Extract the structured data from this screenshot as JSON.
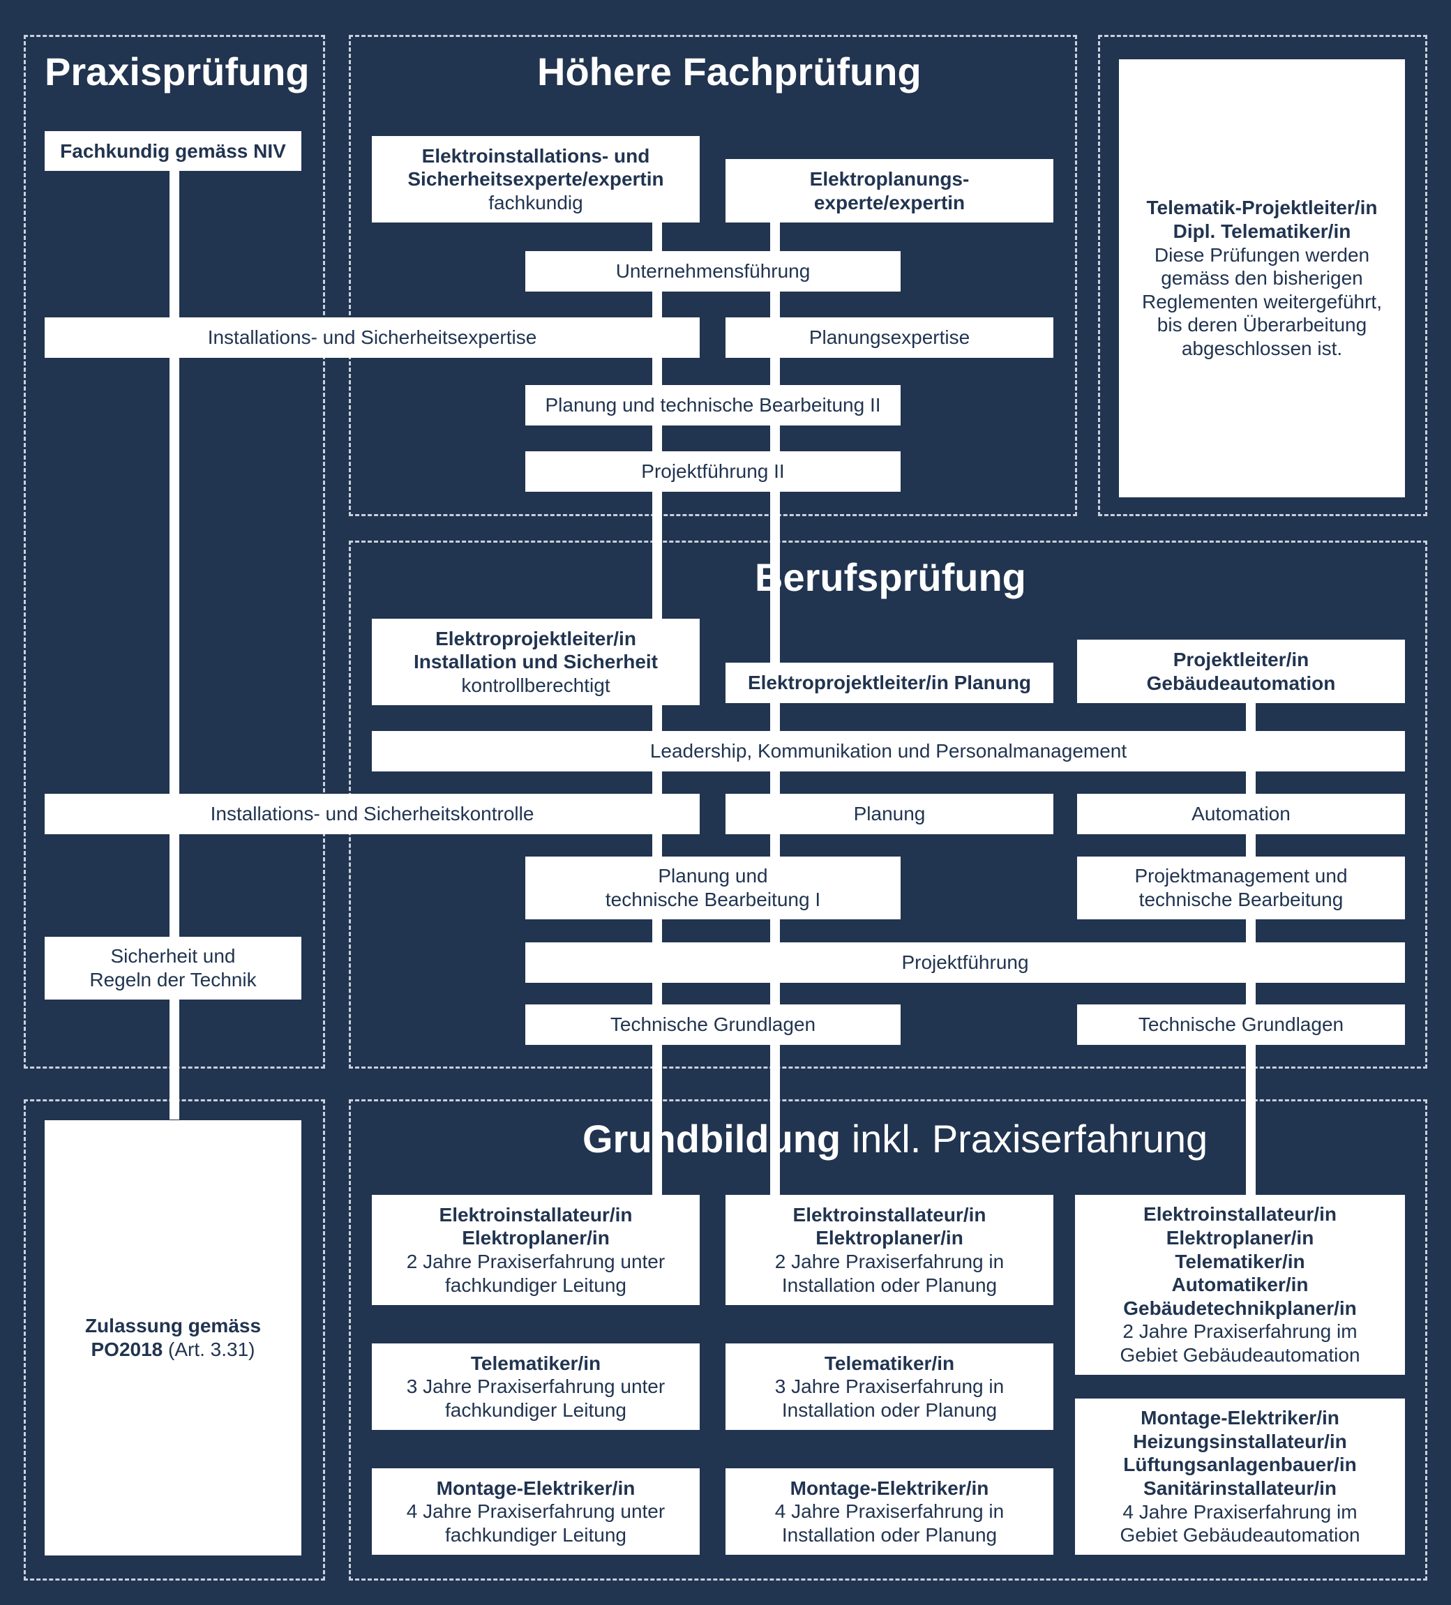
{
  "sections": {
    "praxis": "Praxisprüfung",
    "hoehere": "Höhere Fachprüfung",
    "beruf": "Berufsprüfung",
    "grund_bold": "Grundbildung",
    "grund_light": "inkl. Praxiserfahrung"
  },
  "praxis": {
    "niv": "Fachkundig gemäss NIV",
    "sicherheit_1": "Sicherheit und",
    "sicherheit_2": "Regeln der Technik",
    "zulassung_1": "Zulassung gemäss",
    "zulassung_2": "PO2018",
    "zulassung_3": "(Art. 3.31)"
  },
  "hoehere": {
    "exp_title_1": "Elektroinstallations- und",
    "exp_title_2": "Sicherheitsexperte/expertin",
    "exp_sub": "fachkundig",
    "plan_title_1": "Elektroplanungs-",
    "plan_title_2": "experte/expertin",
    "unternehmen": "Unternehmensführung",
    "inst_expertise": "Installations- und Sicherheitsexpertise",
    "plan_expertise": "Planungsexpertise",
    "planung_tech2": "Planung und technische Bearbeitung II",
    "projekt2": "Projektführung II"
  },
  "telematik": {
    "title_1": "Telematik-Projektleiter/in",
    "title_2": "Dipl. Telematiker/in",
    "text_1": "Diese Prüfungen werden",
    "text_2": "gemäss den bisherigen",
    "text_3": "Reglementen weitergeführt,",
    "text_4": "bis deren Überarbeitung",
    "text_5": "abgeschlossen ist."
  },
  "beruf": {
    "epl_is_1": "Elektroprojektleiter/in",
    "epl_is_2": "Installation und Sicherheit",
    "epl_is_sub": "kontrollberechtigt",
    "epl_planung": "Elektroprojektleiter/in Planung",
    "pl_ga_1": "Projektleiter/in",
    "pl_ga_2": "Gebäudeautomation",
    "leadership": "Leadership, Kommunikation und Personalmanagement",
    "inst_kontrolle": "Installations- und Sicherheitskontrolle",
    "planung": "Planung",
    "automation": "Automation",
    "planung_tech1_1": "Planung und",
    "planung_tech1_2": "technische Bearbeitung I",
    "pm_1": "Projektmanagement und",
    "pm_2": "technische Bearbeitung",
    "projektfuehrung": "Projektführung",
    "tech_grund_a": "Technische Grundlagen",
    "tech_grund_b": "Technische Grundlagen"
  },
  "grund": {
    "a1_1": "Elektroinstallateur/in",
    "a1_2": "Elektroplaner/in",
    "a1_3": "2 Jahre Praxiserfahrung unter",
    "a1_4": "fachkundiger Leitung",
    "b1_1": "Elektroinstallateur/in",
    "b1_2": "Elektroplaner/in",
    "b1_3": "2 Jahre Praxiserfahrung in",
    "b1_4": "Installation oder Planung",
    "c1_1": "Elektroinstallateur/in",
    "c1_2": "Elektroplaner/in",
    "c1_3": "Telematiker/in",
    "c1_4": "Automatiker/in",
    "c1_5": "Gebäudetechnikplaner/in",
    "c1_6": "2 Jahre Praxiserfahrung im",
    "c1_7": "Gebiet Gebäudeautomation",
    "a2_1": "Telematiker/in",
    "a2_2": "3 Jahre Praxiserfahrung unter",
    "a2_3": "fachkundiger Leitung",
    "b2_1": "Telematiker/in",
    "b2_2": "3 Jahre Praxiserfahrung in",
    "b2_3": "Installation oder Planung",
    "a3_1": "Montage-Elektriker/in",
    "a3_2": "4 Jahre Praxiserfahrung unter",
    "a3_3": "fachkundiger Leitung",
    "b3_1": "Montage-Elektriker/in",
    "b3_2": "4 Jahre Praxiserfahrung in",
    "b3_3": "Installation oder Planung",
    "c2_1": "Montage-Elektriker/in",
    "c2_2": "Heizungsinstallateur/in",
    "c2_3": "Lüftungsanlagenbauer/in",
    "c2_4": "Sanitärinstallateur/in",
    "c2_5": "4 Jahre Praxiserfahrung im",
    "c2_6": "Gebiet Gebäudeautomation"
  }
}
